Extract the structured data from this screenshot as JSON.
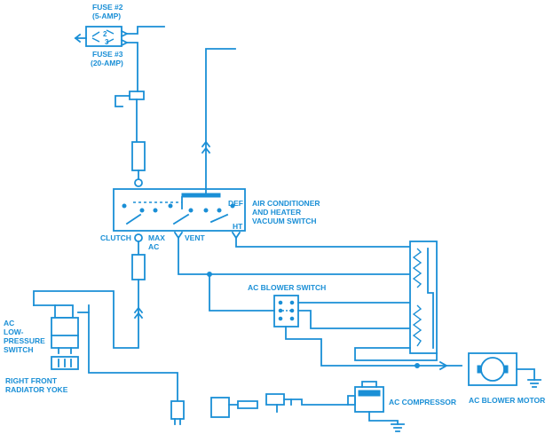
{
  "labels": {
    "fuse2_line1": "FUSE #2",
    "fuse2_line2": "(5-AMP)",
    "fuse3_line1": "FUSE #3",
    "fuse3_line2": "(20-AMP)",
    "fuse_pin2": "2",
    "fuse_pin3": "3",
    "switch_line1": "AIR CONDITIONER",
    "switch_line2": "AND HEATER",
    "switch_line3": "VACUUM SWITCH",
    "def": "DEF",
    "ht": "HT",
    "clutch": "CLUTCH",
    "max_line1": "MAX",
    "max_line2": "AC",
    "vent": "VENT",
    "ac_blower_switch": "AC BLOWER SWITCH",
    "low_pressure_line1": "AC",
    "low_pressure_line2": "LOW-",
    "low_pressure_line3": "PRESSURE",
    "low_pressure_line4": "SWITCH",
    "yoke_line1": "RIGHT FRONT",
    "yoke_line2": "RADIATOR YOKE",
    "ac_compressor": "AC COMPRESSOR",
    "ac_blower_motor": "AC BLOWER MOTOR"
  },
  "colors": {
    "wire": "#1a8fd6",
    "background": "#ffffff"
  }
}
